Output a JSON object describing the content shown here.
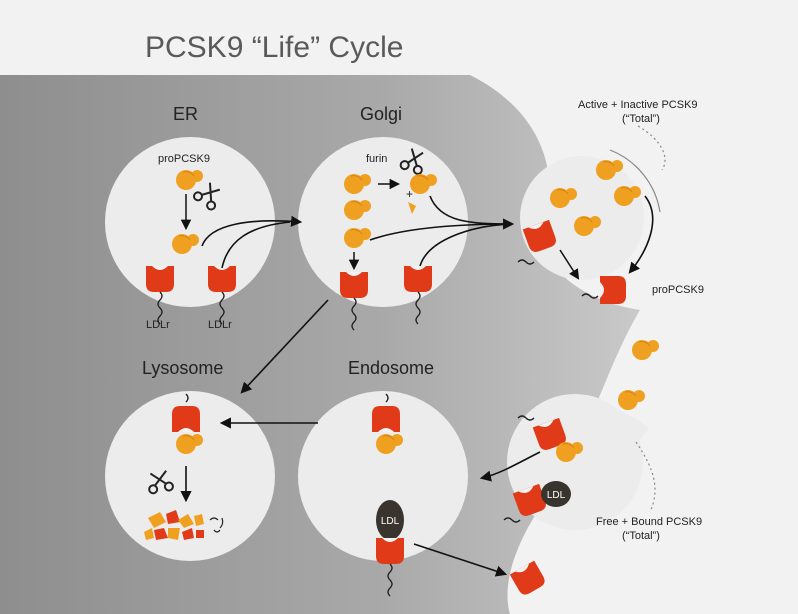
{
  "title": "PCSK9 “Life” Cycle",
  "compartments": {
    "er": "ER",
    "golgi": "Golgi",
    "lysosome": "Lysosome",
    "endosome": "Endosome"
  },
  "labels": {
    "propcsk9_er": "proPCSK9",
    "furin": "furin",
    "ldlr_left": "LDLr",
    "ldlr_right": "LDLr",
    "propcsk9_ext": "proPCSK9",
    "ldl_1": "LDL",
    "ldl_2": "LDL",
    "plus": "+"
  },
  "annotations": {
    "active_inactive_line1": "Active + Inactive PCSK9",
    "active_inactive_line2": "(“Total”)",
    "free_bound_line1": "Free + Bound PCSK9",
    "free_bound_line2": "(“Total”)"
  },
  "colors": {
    "pcsk9_orange": "#f0a020",
    "receptor_red": "#e03a18",
    "ldl_dark": "#3a342e",
    "cell_grey": "#a6a6a6",
    "compartment_fill": "#ececec"
  },
  "icons": [
    "scissors-icon"
  ]
}
